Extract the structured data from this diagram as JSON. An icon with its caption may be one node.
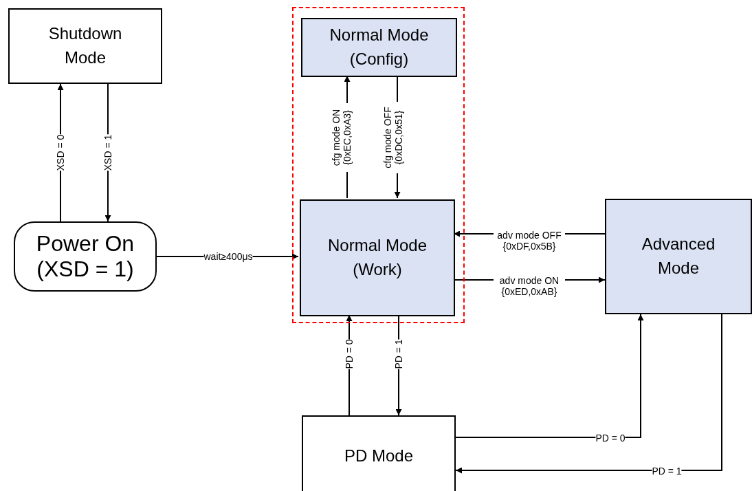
{
  "diagram": {
    "nodes": [
      {
        "text": [
          "Shutdown Mode"
        ]
      },
      {
        "text": [
          "Power On (XSD = 1)"
        ]
      },
      {
        "text": [],
        "shape": "box"
      },
      {
        "text": [
          "Normal Mode (Config)"
        ],
        "in": 2
      },
      {
        "text": [
          "Normal Mode (Work)"
        ],
        "in": 2
      },
      {
        "text": [
          "Advanced Mode"
        ]
      },
      {
        "text": [
          "PD Mode"
        ]
      }
    ],
    "edges": [
      {
        "from": 1,
        "to": 0,
        "arrow": "to",
        "label": "XSD = 0"
      },
      {
        "from": 0,
        "to": 1,
        "arrow": "to",
        "label": "XSD = 1"
      },
      {
        "from": 1,
        "to": 4,
        "arrow": "to",
        "label": "wait≥400μs"
      },
      {
        "from": 4,
        "to": 3,
        "arrow": "to",
        "label": "cfg mode ON {0xEC,0xA3}"
      },
      {
        "from": 3,
        "to": 4,
        "arrow": "to",
        "label": "cfg mode OFF {0xDC,0x51}"
      },
      {
        "from": 5,
        "to": 4,
        "arrow": "to",
        "label": "adv mode OFF {0xDF,0x5B}"
      },
      {
        "from": 4,
        "to": 5,
        "arrow": "to",
        "label": "adv mode ON {0xED,0xAB}"
      },
      {
        "from": 6,
        "to": 4,
        "arrow": "to",
        "label": "PD = 0"
      },
      {
        "from": 4,
        "to": 6,
        "arrow": "to",
        "label": "PD = 1"
      },
      {
        "from": 6,
        "to": 5,
        "arrow": "to",
        "label": "PD = 0"
      },
      {
        "from": 5,
        "to": 6,
        "arrow": "to",
        "label": "PD = 1"
      }
    ]
  }
}
